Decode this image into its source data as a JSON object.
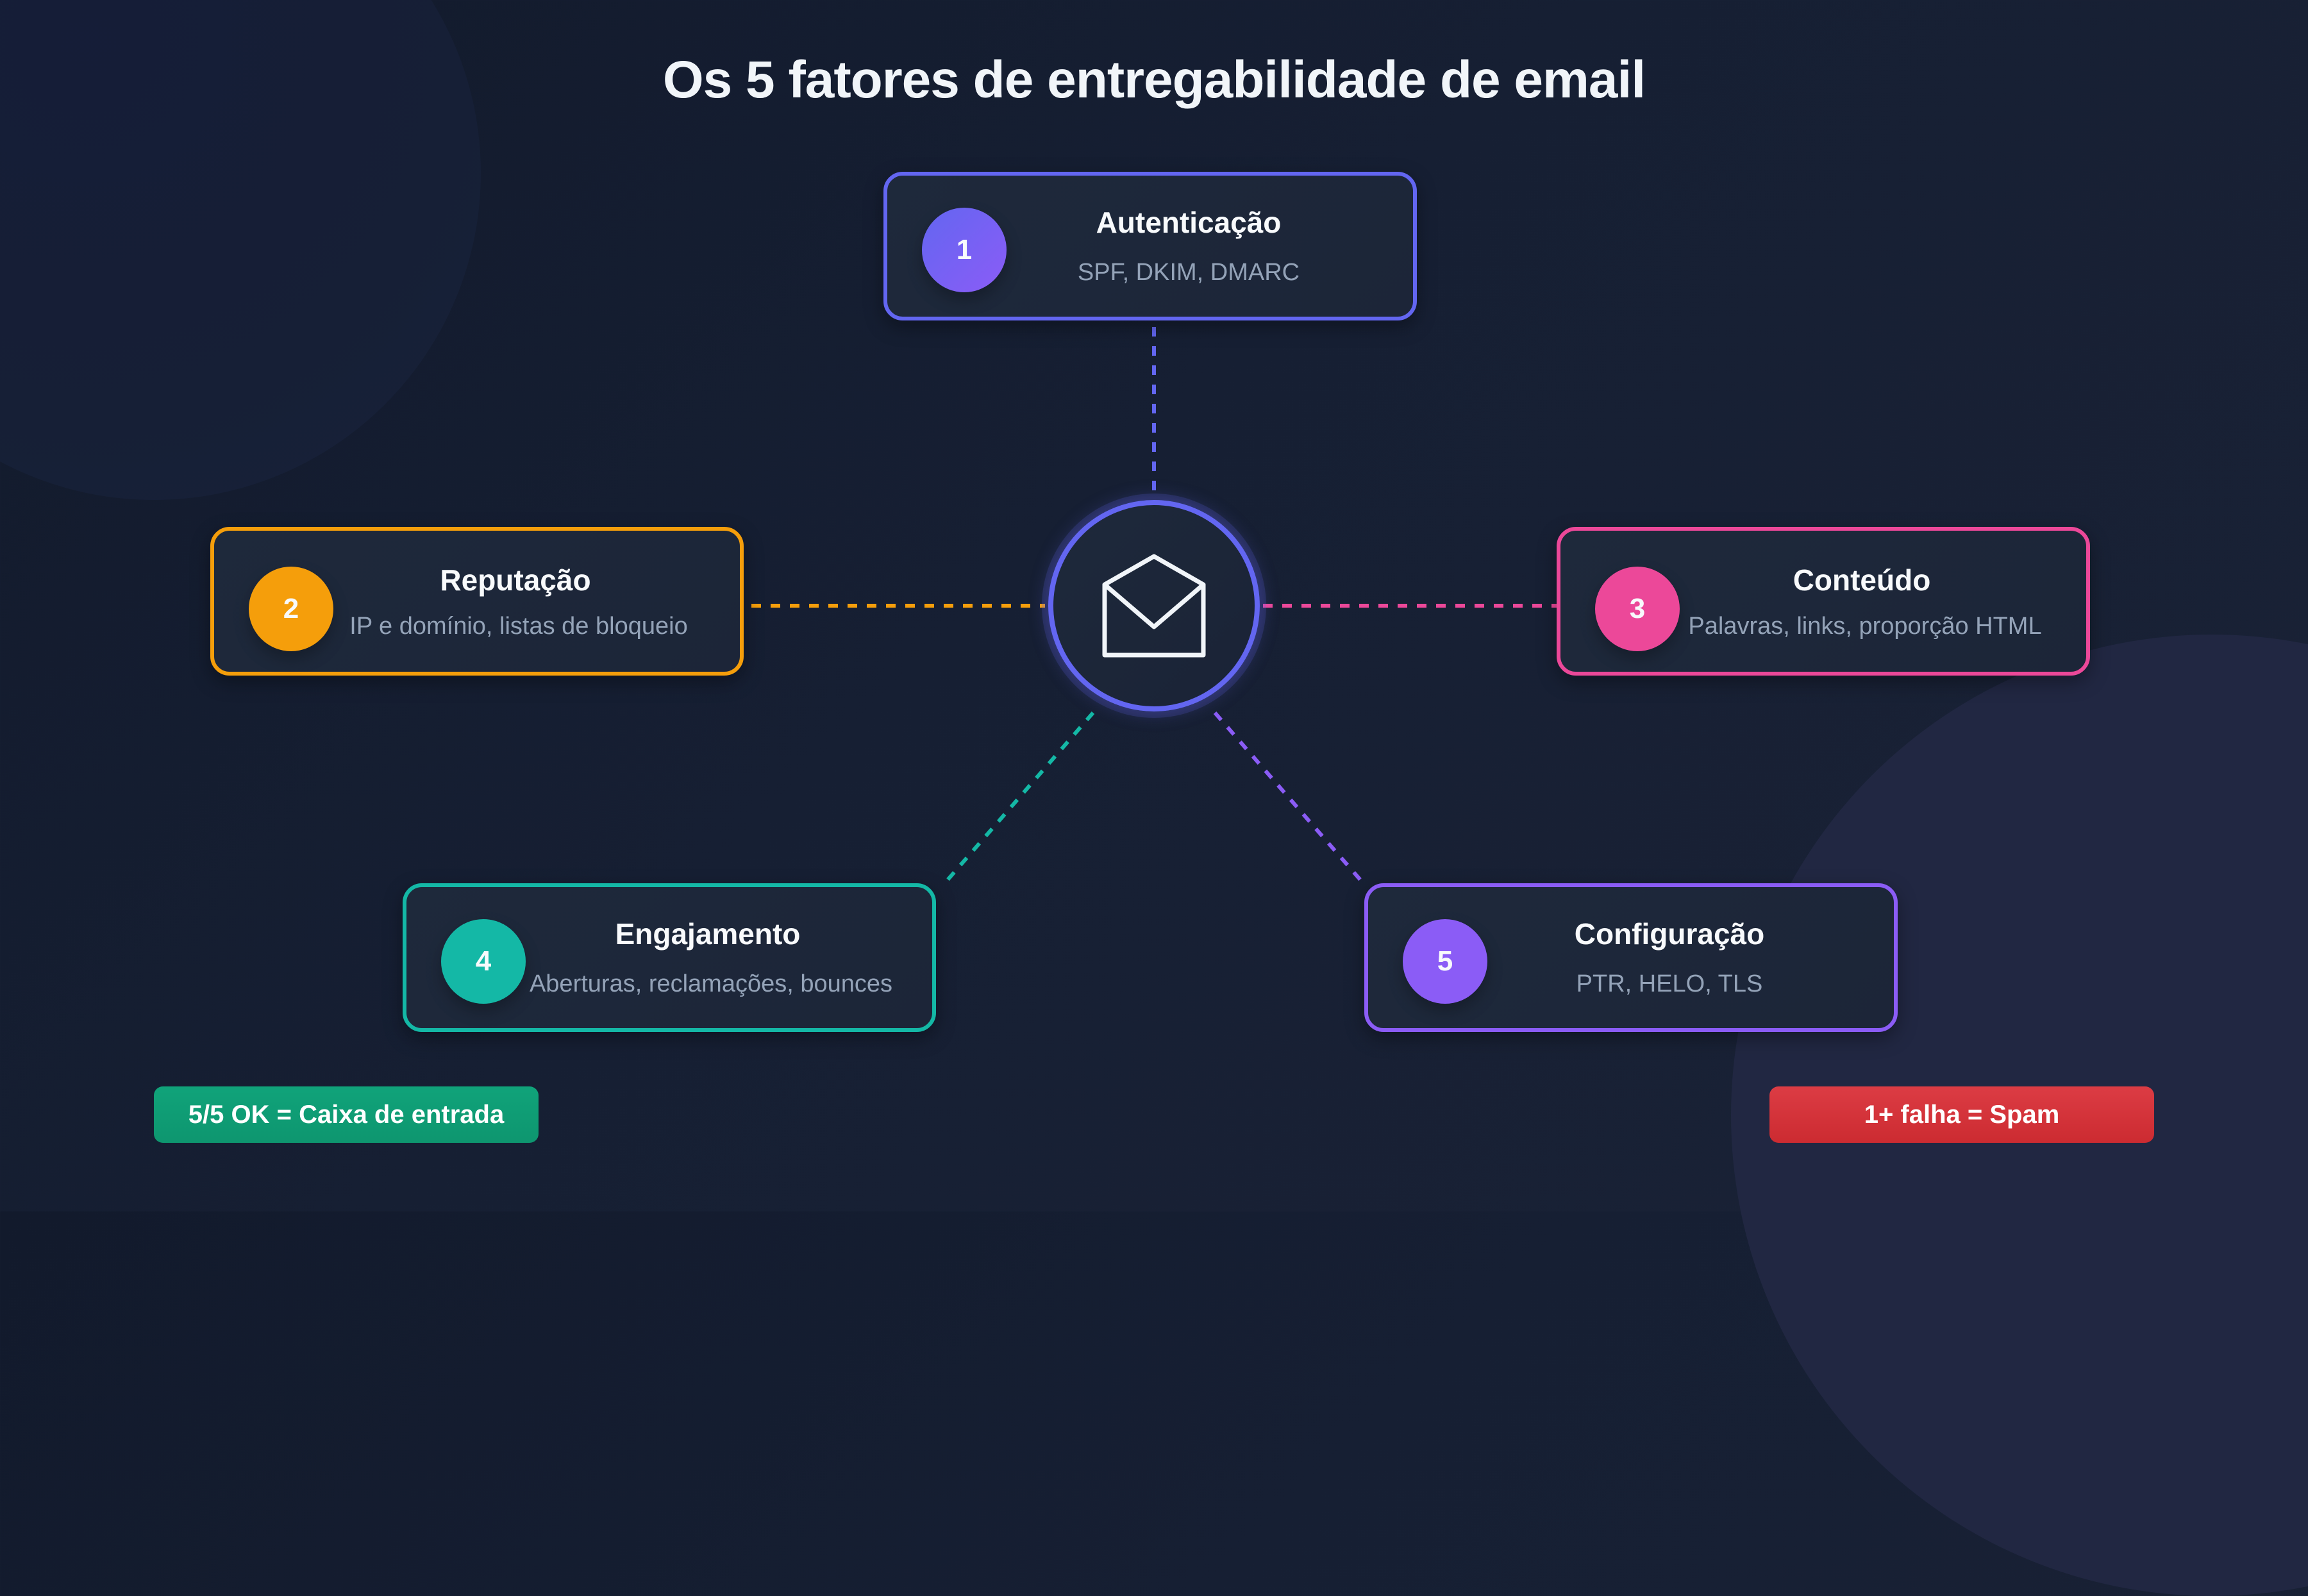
{
  "title": "Os 5 fatores de entregabilidade de email",
  "center": {
    "icon": "envelope-open-icon",
    "color": "#6366f1"
  },
  "factors": [
    {
      "number": "1",
      "title": "Autenticação",
      "subtitle": "SPF, DKIM, DMARC",
      "color": "#6366f1",
      "position": "top"
    },
    {
      "number": "2",
      "title": "Reputação",
      "subtitle": "IP e domínio, listas de bloqueio",
      "color": "#f59e0b",
      "position": "left"
    },
    {
      "number": "3",
      "title": "Conteúdo",
      "subtitle": "Palavras, links, proporção HTML",
      "color": "#ec4899",
      "position": "right"
    },
    {
      "number": "4",
      "title": "Engajamento",
      "subtitle": "Aberturas, reclamações, bounces",
      "color": "#14b8a6",
      "position": "bottom-left"
    },
    {
      "number": "5",
      "title": "Configuração",
      "subtitle": "PTR, HELO, TLS",
      "color": "#8b5cf6",
      "position": "bottom-right"
    }
  ],
  "legend": {
    "success": {
      "label": "5/5 OK = Caixa de entrada",
      "color": "#10a37a"
    },
    "failure": {
      "label": "1+ falha = Spam",
      "color": "#dc3c44"
    }
  }
}
